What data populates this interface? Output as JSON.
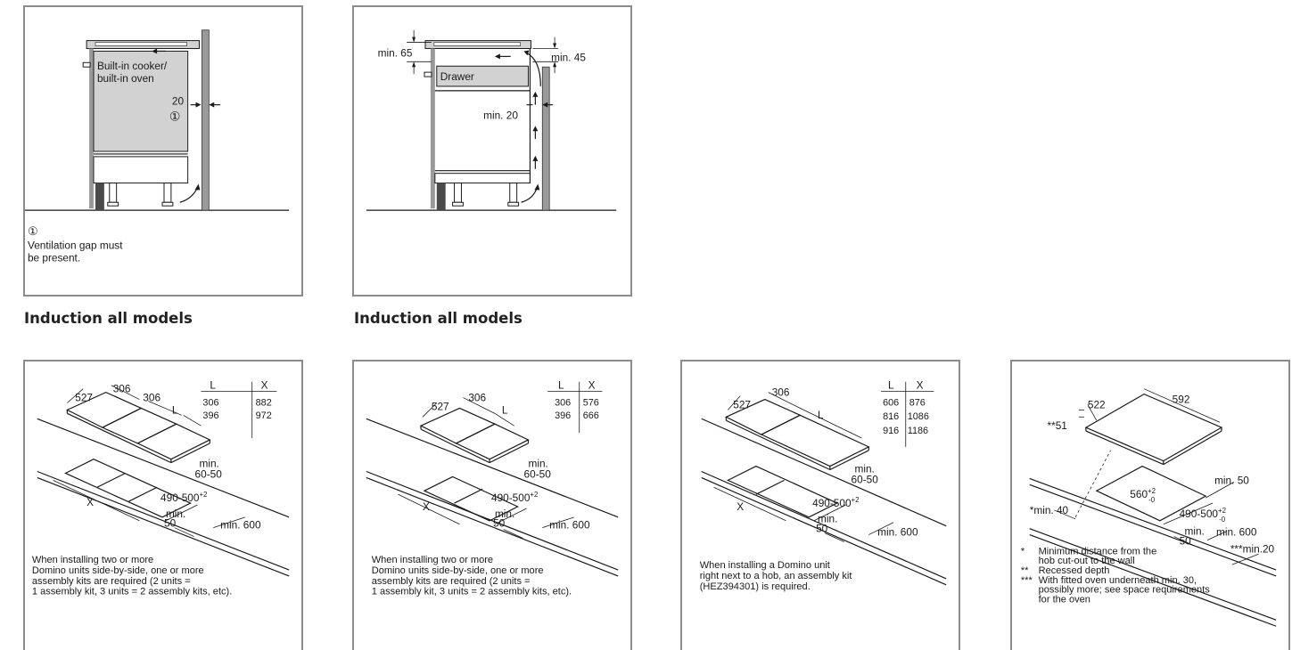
{
  "headings": {
    "left": "Induction all models",
    "right": "Induction all models"
  },
  "panel1": {
    "label_line1": "Built-in cooker/",
    "label_line2": "built-in oven",
    "gap_value": "20",
    "marker": "①",
    "note_marker": "①",
    "note_line1": "Ventilation gap must",
    "note_line2": "be present."
  },
  "panel2": {
    "min_left": "min. 65",
    "min_right": "min. 45",
    "drawer": "Drawer",
    "min_gap": "min. 20"
  },
  "panel3": {
    "dim_depth": "527",
    "dim_w1": "306",
    "dim_w2": "306",
    "dim_l": "L",
    "table_header": [
      "L",
      "X"
    ],
    "table_rows": [
      [
        "306",
        "882"
      ],
      [
        "396",
        "972"
      ]
    ],
    "min_edge_1": "min.",
    "min_edge_2": "60-50",
    "cutout": "490-500",
    "cutout_sup": "+2",
    "dim_x": "X",
    "min_front_1": "min.",
    "min_front_2": "50",
    "min_600": "min. 600",
    "note": [
      "When installing two or more",
      "Domino units side-by-side, one or more",
      "assembly kits are required (2 units =",
      "1 assembly kit, 3 units = 2 assembly kits, etc)."
    ]
  },
  "panel4": {
    "dim_depth": "527",
    "dim_w1": "306",
    "dim_l": "L",
    "table_header": [
      "L",
      "X"
    ],
    "table_rows": [
      [
        "306",
        "576"
      ],
      [
        "396",
        "666"
      ]
    ],
    "min_edge_1": "min.",
    "min_edge_2": "60-50",
    "cutout": "490-500",
    "cutout_sup": "+2",
    "dim_x": "X",
    "min_front_1": "min.",
    "min_front_2": "50",
    "min_600": "min. 600",
    "note": [
      "When installing two or more",
      "Domino units side-by-side, one or more",
      "assembly kits are required (2 units =",
      "1 assembly kit, 3 units = 2 assembly kits, etc)."
    ]
  },
  "panel5": {
    "dim_depth": "527",
    "dim_w1": "306",
    "dim_l": "L",
    "table_header": [
      "L",
      "X"
    ],
    "table_rows": [
      [
        "606",
        "876"
      ],
      [
        "816",
        "1086"
      ],
      [
        "916",
        "1186"
      ]
    ],
    "min_edge_1": "min.",
    "min_edge_2": "60-50",
    "cutout": "490-500",
    "cutout_sup": "+2",
    "dim_x": "X",
    "min_front_1": "min.",
    "min_front_2": "50",
    "min_600": "min. 600",
    "note": [
      "When installing a Domino unit",
      "right next to a hob, an assembly kit",
      "(HEZ394301) is required."
    ]
  },
  "panel6": {
    "dim_depth": "522",
    "dim_width": "592",
    "recess": "**51",
    "min_50": "min. 50",
    "inner": "560",
    "inner_sup": "+2",
    "inner_sub": "-0",
    "min_40": "*min. 40",
    "cutout": "490-500",
    "cutout_sup": "+2",
    "cutout_sub": "-0",
    "min_front_1": "min.",
    "min_front_2": "50",
    "min_600": "min. 600",
    "min_20": "***min.20",
    "notes": [
      {
        "mark": "*",
        "lines": [
          "Minimum distance from the",
          "hob cut-out to the wall"
        ]
      },
      {
        "mark": "**",
        "lines": [
          "Recessed depth"
        ]
      },
      {
        "mark": "***",
        "lines": [
          "With fitted oven underneath min. 30,",
          "possibly more; see space requirements",
          "for the oven"
        ]
      }
    ]
  }
}
